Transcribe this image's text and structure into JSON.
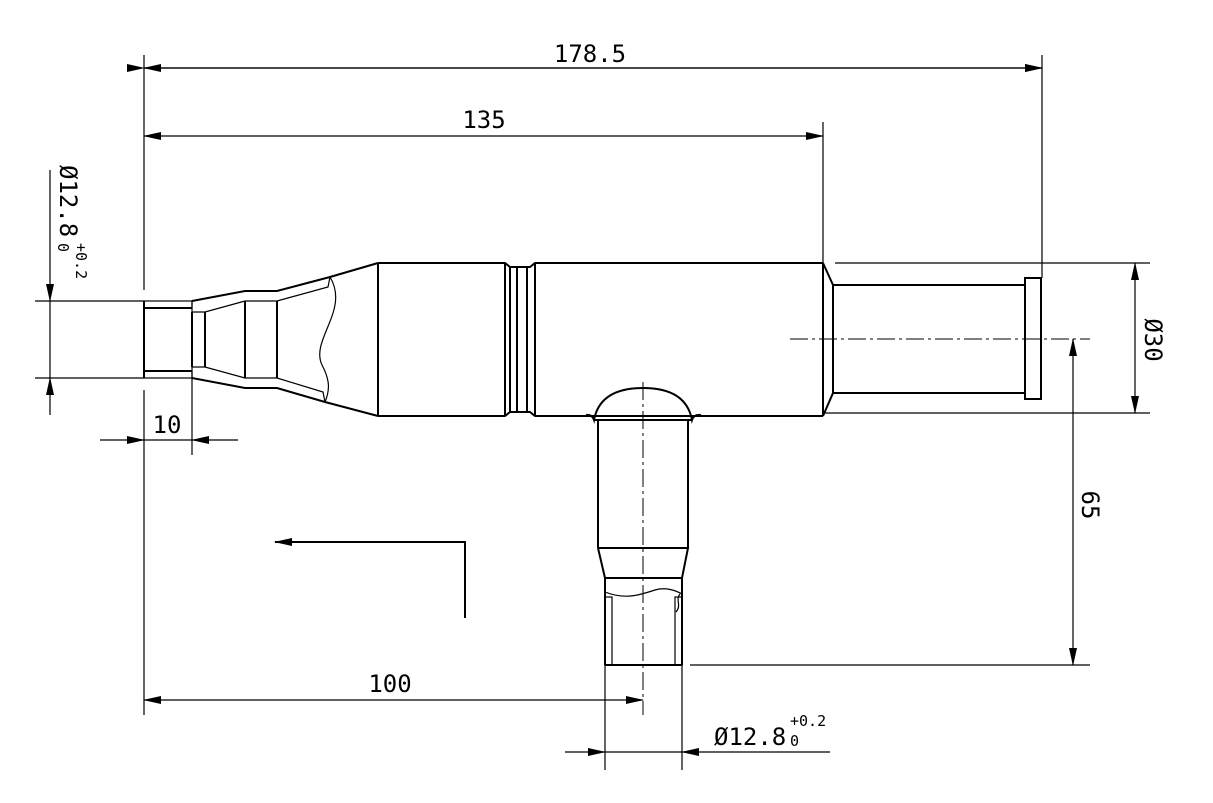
{
  "drawing": {
    "dimensions": {
      "overall_length": "178.5",
      "body_length": "135",
      "left_diameter": "Ø12.8",
      "left_tol_upper": "+0.2",
      "left_tol_lower": "0",
      "insert_depth": "10",
      "body_diameter": "Ø30",
      "branch_height": "65",
      "branch_position": "100",
      "branch_diameter": "Ø12.8",
      "branch_tol_upper": "+0.2",
      "branch_tol_lower": "0"
    },
    "colors": {
      "line": "#000000",
      "background": "#ffffff"
    }
  }
}
